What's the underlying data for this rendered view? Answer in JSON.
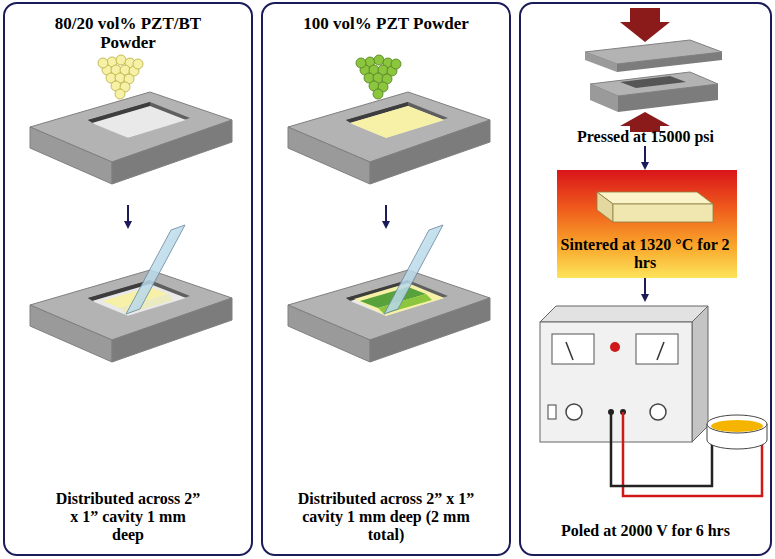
{
  "diagram": {
    "nodes": [
      {
        "text": [
          "80/20 vol% PZT/BT Powder",
          "Distributed across 2” x 1” cavity 1 mm deep"
        ]
      },
      {
        "text": [
          "100 vol% PZT Powder",
          "Distributed across 2” x 1” cavity 1 mm deep (2 mm total)"
        ]
      },
      {
        "text": [
          "Pressed at 15000 psi",
          "Poled at 2000 V for 6 hrs"
        ]
      },
      {
        "text": [
          "Sintered at 1320 °C for 2 hrs"
        ],
        "in": 2
      }
    ]
  }
}
